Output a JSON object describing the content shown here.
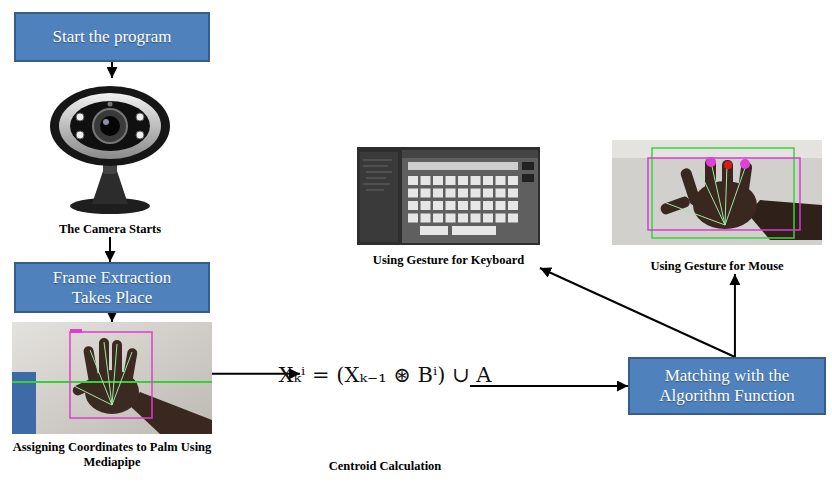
{
  "diagram": {
    "nodes": [
      {
        "text": [
          "Start the program"
        ]
      },
      {
        "text": [
          "The Camera Starts"
        ]
      },
      {
        "text": [
          "Frame Extraction Takes Place"
        ]
      },
      {
        "text": [
          "Assigning Coordinates to Palm Using Mediapipe"
        ]
      },
      {
        "text": [
          "Xₖⁱ = (Xₖ₋₁ ⊛ Bⁱ) ∪ A",
          "Centroid Calculation"
        ]
      },
      {
        "text": [
          "Matching with the Algorithm Function"
        ]
      },
      {
        "text": [
          "Using Gesture for Keyboard"
        ]
      },
      {
        "text": [
          "Using Gesture for Mouse"
        ]
      }
    ],
    "edges": [
      {
        "from": 0,
        "to": 1,
        "arrow": "to"
      },
      {
        "from": 1,
        "to": 2,
        "arrow": "to"
      },
      {
        "from": 2,
        "to": 3,
        "arrow": "to"
      },
      {
        "from": 3,
        "to": 4,
        "arrow": "to"
      },
      {
        "from": 4,
        "to": 5,
        "arrow": "to"
      },
      {
        "from": 5,
        "to": 6,
        "arrow": "to"
      },
      {
        "from": 5,
        "to": 7,
        "arrow": "to"
      }
    ]
  }
}
